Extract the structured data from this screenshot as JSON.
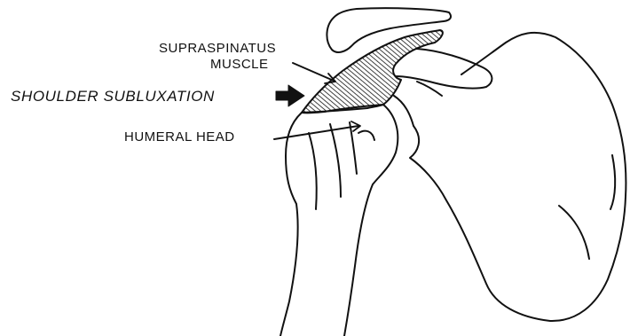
{
  "labels": {
    "supraspinatus_line1": "SUPRASPINATUS",
    "supraspinatus_line2": "MUSCLE",
    "shoulder_subluxation": "SHOULDER SUBLUXATION",
    "humeral_head": "HUMERAL HEAD"
  },
  "colors": {
    "ink": "#111111",
    "background": "#ffffff"
  }
}
